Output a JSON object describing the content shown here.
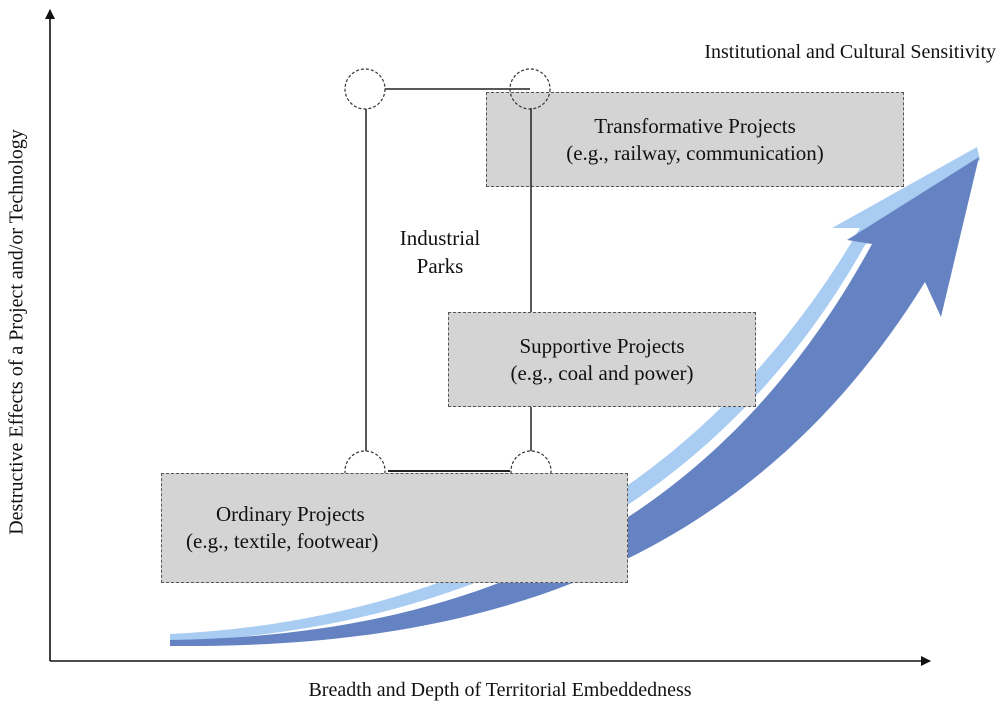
{
  "diagram": {
    "x_axis_label": "Breadth and Depth of Territorial Embeddedness",
    "y_axis_label": "Destructive Effects of a Project and/or Technology",
    "arrow_label": "Institutional and Cultural Sensitivity",
    "industrial_parks": {
      "line1": "Industrial",
      "line2": "Parks"
    },
    "boxes": {
      "transformative": {
        "title": "Transformative Projects",
        "example": "(e.g., railway, communication)"
      },
      "supportive": {
        "title": "Supportive Projects",
        "example": "(e.g., coal and power)"
      },
      "ordinary": {
        "title": "Ordinary Projects",
        "example": "(e.g., textile, footwear)"
      }
    },
    "colors": {
      "box_fill": "#d4d4d4",
      "arrow_body": "#6583c3",
      "arrow_highlight": "#a9cdf2",
      "axis": "#111111"
    }
  }
}
